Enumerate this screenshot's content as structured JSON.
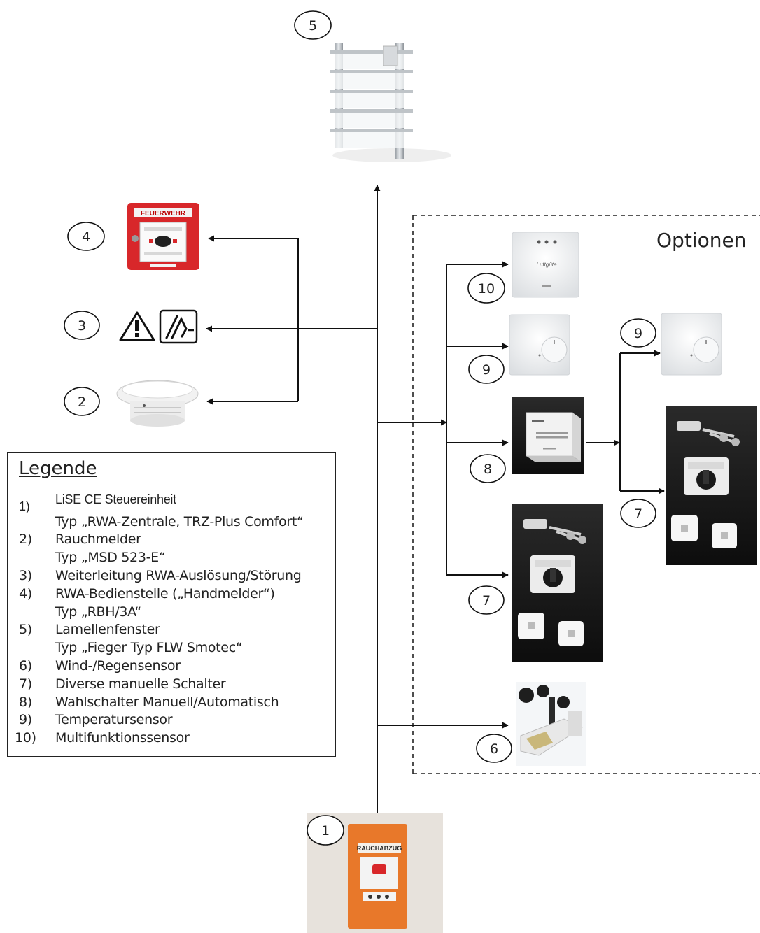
{
  "diagram": {
    "options_label": "Optionen",
    "node_numbers": {
      "n1": "1",
      "n2": "2",
      "n3": "3",
      "n4": "4",
      "n5": "5",
      "n6": "6",
      "n7a": "7",
      "n7b": "7",
      "n8": "8",
      "n9a": "9",
      "n9b": "9",
      "n10": "10"
    },
    "device_labels": {
      "fire_panel": "FEUERWEHR",
      "control_unit": "RAUCHABZUG",
      "multi_sensor": "Luftgüte"
    },
    "colors": {
      "fire_red": "#d8272a",
      "control_orange": "#e8782a",
      "line": "#111111"
    }
  },
  "legend": {
    "title": "Legende",
    "entries": [
      {
        "num": "1)",
        "lines": [
          "LiSE CE Steuereinheit",
          "Typ „RWA-Zentrale, TRZ-Plus Comfort“"
        ]
      },
      {
        "num": "2)",
        "lines": [
          "Rauchmelder",
          "Typ „MSD 523-E“"
        ]
      },
      {
        "num": "3)",
        "lines": [
          "Weiterleitung RWA-Auslösung/Störung"
        ]
      },
      {
        "num": "4)",
        "lines": [
          "RWA-Bedienstelle („Handmelder“)",
          "Typ „RBH/3A“"
        ]
      },
      {
        "num": "5)",
        "lines": [
          "Lamellenfenster",
          "Typ „Fieger Typ FLW Smotec“"
        ]
      },
      {
        "num": "6)",
        "lines": [
          "Wind-/Regensensor"
        ]
      },
      {
        "num": "7)",
        "lines": [
          "Diverse manuelle Schalter"
        ]
      },
      {
        "num": "8)",
        "lines": [
          "Wahlschalter Manuell/Automatisch"
        ]
      },
      {
        "num": "9)",
        "lines": [
          "Temperatursensor"
        ]
      },
      {
        "num": "10)",
        "lines": [
          "Multifunktionssensor"
        ]
      }
    ]
  }
}
